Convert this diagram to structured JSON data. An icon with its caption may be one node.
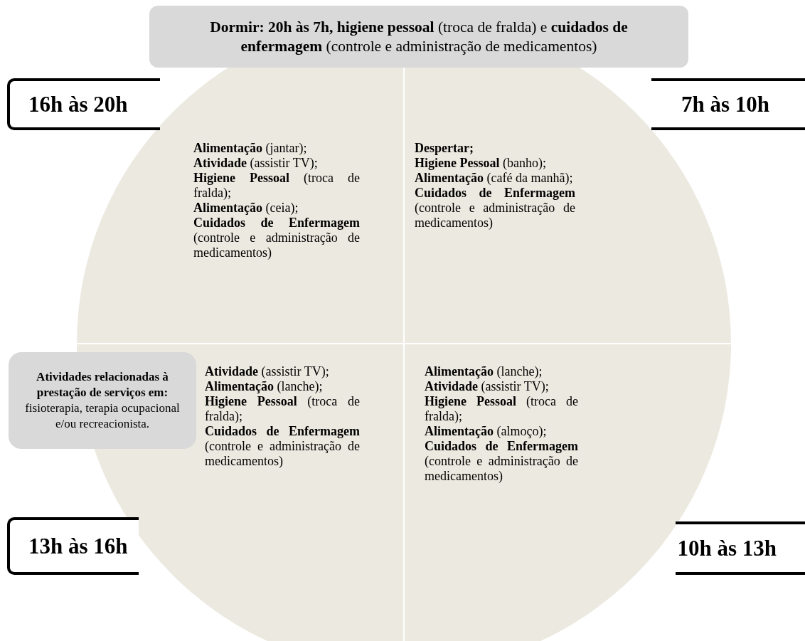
{
  "diagram": {
    "nodes": [
      {
        "text": [
          "**Dormir: 20h às 7h, higiene pessoal** (troca de fralda) e **cuidados de enfermagem** (controle e administração de medicamentos)"
        ]
      },
      {
        "text": [
          "16h às 20h"
        ]
      },
      {
        "text": [
          "7h às 10h"
        ]
      },
      {
        "text": [
          "13h às 16h"
        ]
      },
      {
        "text": [
          "10h às 13h"
        ]
      },
      {
        "text": [
          "**Alimentação** (jantar);",
          "**Atividade** (assistir TV);",
          "**Higiene Pessoal** (troca de fralda);",
          "**Alimentação** (ceia);",
          "**Cuidados de Enfermagem** (controle e administração de medicamentos)"
        ]
      },
      {
        "text": [
          "**Despertar;**",
          "**Higiene Pessoal** (banho);",
          "**Alimentação** (café da manhã);",
          "**Cuidados de Enfermagem** (controle e administração de medicamentos)"
        ]
      },
      {
        "text": [
          "**Atividade** (assistir TV);",
          "**Alimentação** (lanche);",
          "**Higiene Pessoal** (troca de fralda);",
          "**Cuidados de Enfermagem** (controle e administração de medicamentos)"
        ]
      },
      {
        "text": [
          "**Alimentação** (lanche);",
          "**Atividade** (assistir TV);",
          "**Higiene Pessoal** (troca de fralda);",
          "**Alimentação** (almoço);",
          "**Cuidados de Enfermagem** (controle e administração de medicamentos)"
        ]
      },
      {
        "text": [
          "Atividades relacionadas à prestação de serviços em:",
          "fisioterapia, terapia ocupacional e/ou recreacionista."
        ]
      }
    ]
  }
}
